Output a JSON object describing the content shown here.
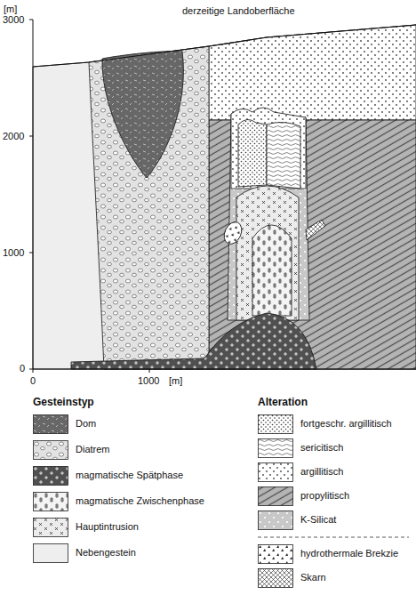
{
  "diagram": {
    "labels": [
      "derzeitige Landoberfläche",
      "[m]",
      "3000",
      "2000",
      "1000",
      "0",
      "0",
      "1000",
      "[m]",
      "Gesteinstyp",
      "Alteration"
    ],
    "legend": [
      {
        "text": "Dom"
      },
      {
        "text": "Diatrem"
      },
      {
        "text": "magmatische Spätphase"
      },
      {
        "text": "magmatische Zwischenphase"
      },
      {
        "text": "Hauptintrusion"
      },
      {
        "text": "Nebengestein",
        "color": "#eeeeee"
      },
      {
        "text": "fortgeschr. argillitisch"
      },
      {
        "text": "sericitisch"
      },
      {
        "text": "argillitisch"
      },
      {
        "text": "propylitisch"
      },
      {
        "text": "K-Silicat"
      },
      {
        "text": "hydrothermale Brekzie"
      },
      {
        "text": "Skarn"
      }
    ]
  }
}
